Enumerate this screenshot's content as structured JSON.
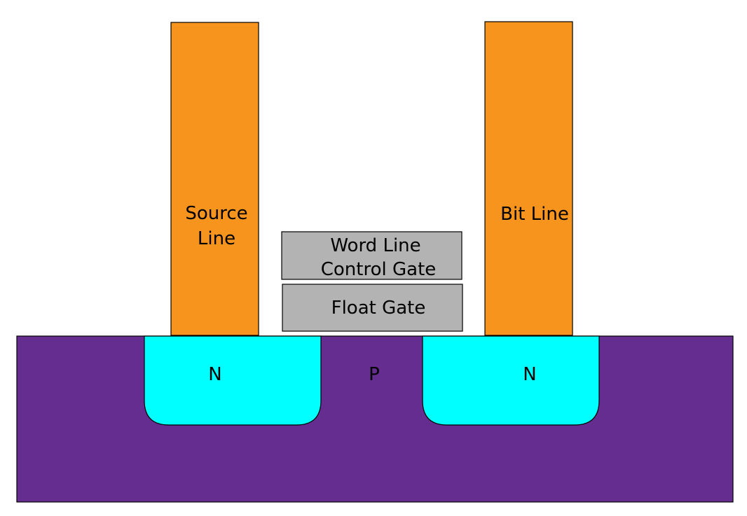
{
  "diagram": {
    "source_line": {
      "line1": "Source",
      "line2": "Line"
    },
    "bit_line": {
      "label": "Bit Line"
    },
    "control_gate": {
      "line1": "Word Line",
      "line2": "Control Gate"
    },
    "float_gate": {
      "label": "Float Gate"
    },
    "n_left": {
      "label": "N"
    },
    "n_right": {
      "label": "N"
    },
    "p_substrate": {
      "label": "P"
    }
  },
  "colors": {
    "substrate": "#652d90",
    "n_region": "#00ffff",
    "metal_line": "#f7941e",
    "gate": "#b3b3b3",
    "stroke": "#000000",
    "background": "#ffffff"
  }
}
